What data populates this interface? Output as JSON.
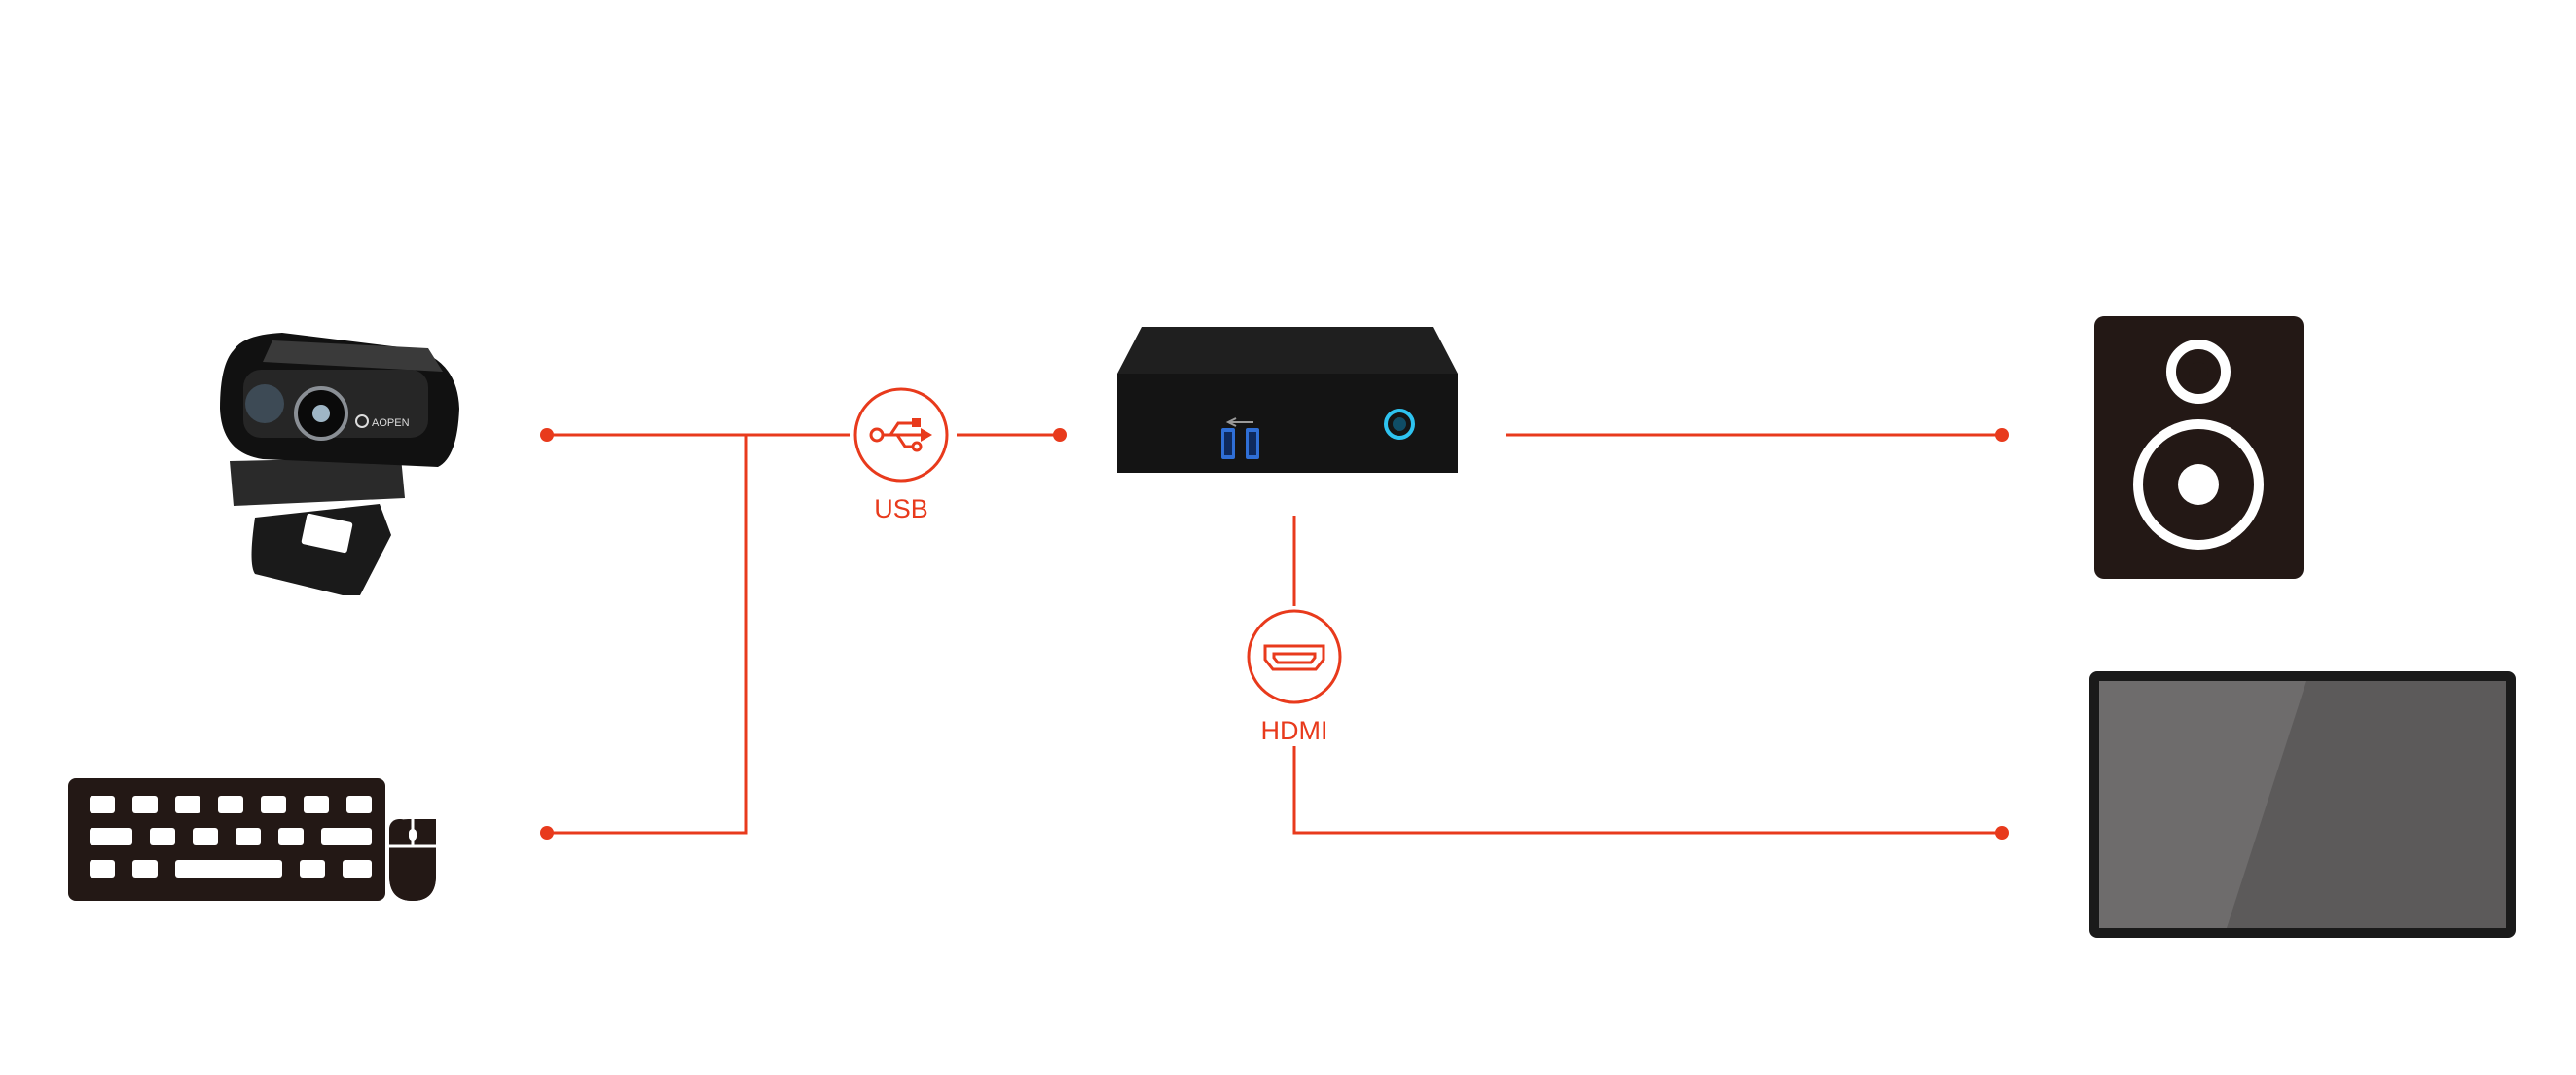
{
  "colors": {
    "accent": "#e83a1c",
    "device_dark": "#231815",
    "box_black": "#141414",
    "usb_blue": "#2f6fd6",
    "power_cyan": "#2ec3f0",
    "screen_gray": "#5c5a5a"
  },
  "connections": {
    "usb": {
      "label": "USB",
      "icon": "usb-icon"
    },
    "hdmi": {
      "label": "HDMI",
      "icon": "hdmi-icon"
    }
  },
  "devices": {
    "webcam": {
      "icon": "webcam-icon",
      "brand": "AOPEN"
    },
    "keyboard": {
      "icon": "keyboard-icon"
    },
    "mouse": {
      "icon": "mouse-icon"
    },
    "mini_pc": {
      "icon": "mini-pc-icon"
    },
    "speaker": {
      "icon": "speaker-icon"
    },
    "display": {
      "icon": "display-icon"
    }
  }
}
